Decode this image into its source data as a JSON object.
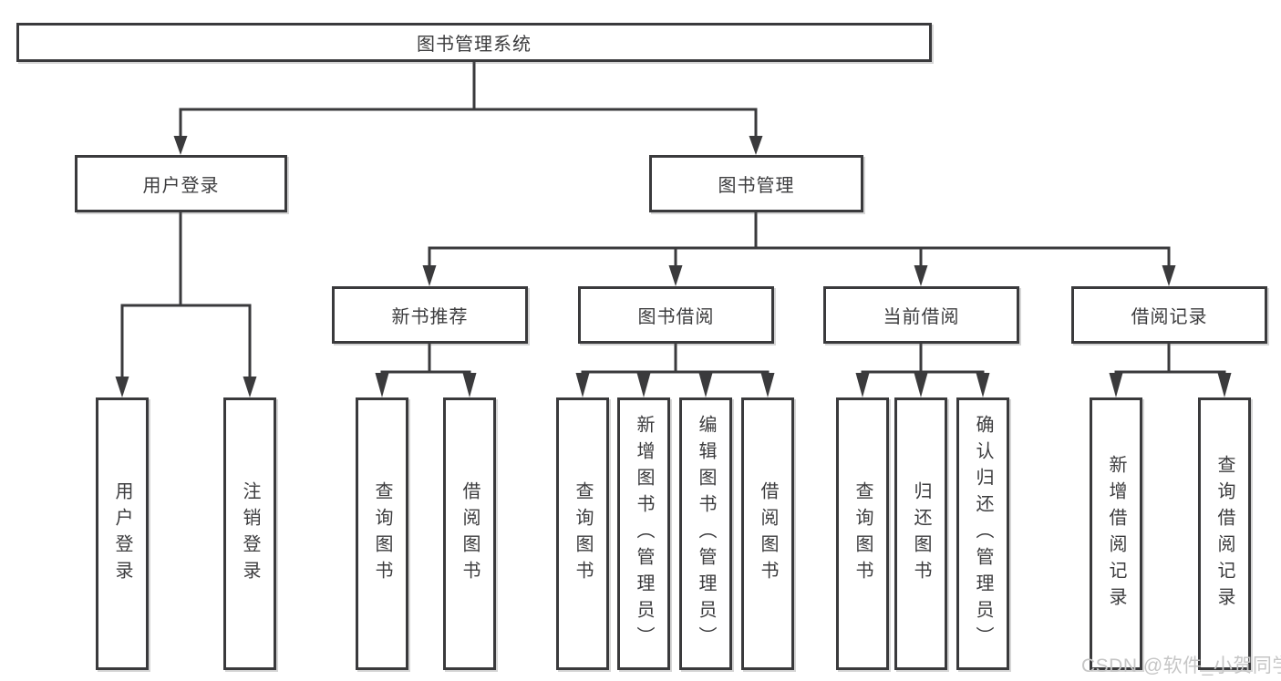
{
  "title": "图书管理系统",
  "level2": {
    "user_login": "用户登录",
    "book_mgmt": "图书管理"
  },
  "level3": {
    "new_books": "新书推荐",
    "borrow": "图书借阅",
    "current": "当前借阅",
    "records": "借阅记录"
  },
  "leaves": {
    "login": "用户登录",
    "logout": "注销登录",
    "nb_query": "查询图书",
    "nb_borrow": "借阅图书",
    "bb_query": "查询图书",
    "bb_add": "新增图书（管理员）",
    "bb_edit": "编辑图书（管理员）",
    "bb_borrow": "借阅图书",
    "cb_query": "查询图书",
    "cb_return": "归还图书",
    "cb_confirm": "确认归还（管理员）",
    "br_add": "新增借阅记录",
    "br_query": "查询借阅记录"
  },
  "watermark": "CSDN @软件_小贺同学",
  "colors": {
    "line": "#3a3a3c",
    "text": "#3c3c3e",
    "watermark": "#c6c6c6",
    "background": "#ffffff"
  }
}
